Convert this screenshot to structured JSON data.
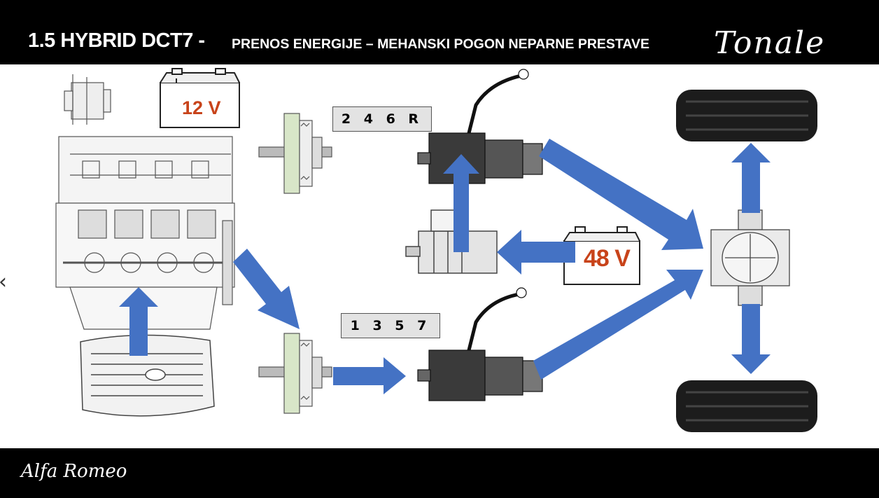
{
  "header": {
    "title_main": "1.5 HYBRID DCT7 -",
    "title_sub": "PRENOS ENERGIJE –  MEHANSKI POGON NEPARNE PRESTAVE",
    "brand_logo": "Tonale"
  },
  "diagram": {
    "gear_label_even": "2 4 6 R",
    "gear_label_odd": "1 3 5 7",
    "battery_12v": "12 V",
    "battery_48v": "48 V",
    "arrow_color": "#4472c4",
    "voltage_color": "#c8431a"
  },
  "footer": {
    "brand_logo": "Alfa Romeo"
  },
  "nav": {
    "prev_icon": "chevron-left-icon",
    "prev_glyph": "‹"
  }
}
